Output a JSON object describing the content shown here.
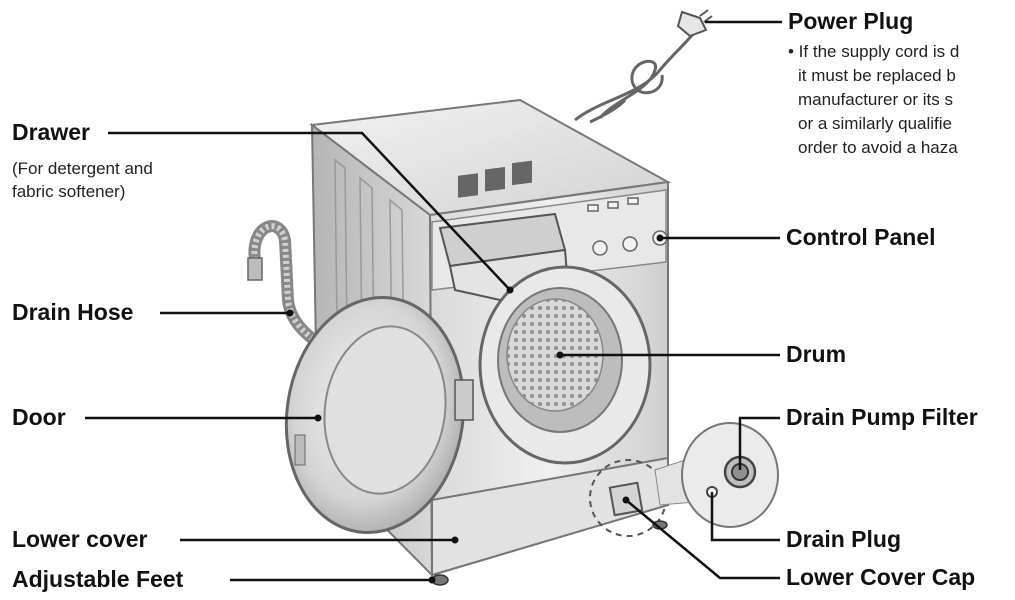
{
  "labels": {
    "power_plug": "Power Plug",
    "power_plug_note": [
      "• If the supply cord is d",
      "  it must be replaced b",
      "  manufacturer or its s",
      "  or a similarly qualifie",
      "  order to avoid a haza"
    ],
    "drawer": "Drawer",
    "drawer_sub": [
      "(For detergent and",
      "fabric softener)"
    ],
    "control_panel": "Control Panel",
    "drain_hose": "Drain Hose",
    "drum": "Drum",
    "door": "Door",
    "drain_pump_filter": "Drain Pump Filter",
    "drain_plug": "Drain Plug",
    "lower_cover": "Lower cover",
    "lower_cover_cap": "Lower Cover Cap",
    "adjustable_feet": "Adjustable Feet"
  },
  "colors": {
    "ink": "#111111",
    "body_light": "#e6e6e6",
    "body_mid": "#cfcfcf",
    "body_dark": "#9a9a9a"
  }
}
